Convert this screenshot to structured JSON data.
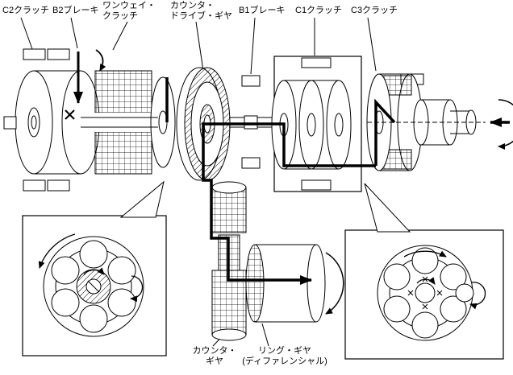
{
  "page": {
    "background": "#ffffff",
    "line_color": "#000000",
    "description_type": "automatic-transmission-power-flow-diagram"
  },
  "labels": {
    "c2_clutch": "C2クラッチ",
    "b2_brake": "B2ブレーキ",
    "one_way_clutch": "ワンウェイ・\nクラッチ",
    "counter_drive_gear": "カウンタ・\nドライブ・ギヤ",
    "b1_brake": "B1ブレーキ",
    "c1_clutch": "C1クラッチ",
    "c3_clutch": "C3クラッチ",
    "counter_gear": "カウンタ・\nギヤ",
    "ring_gear": "リング・ギヤ\n(ディファレンシャル)"
  }
}
